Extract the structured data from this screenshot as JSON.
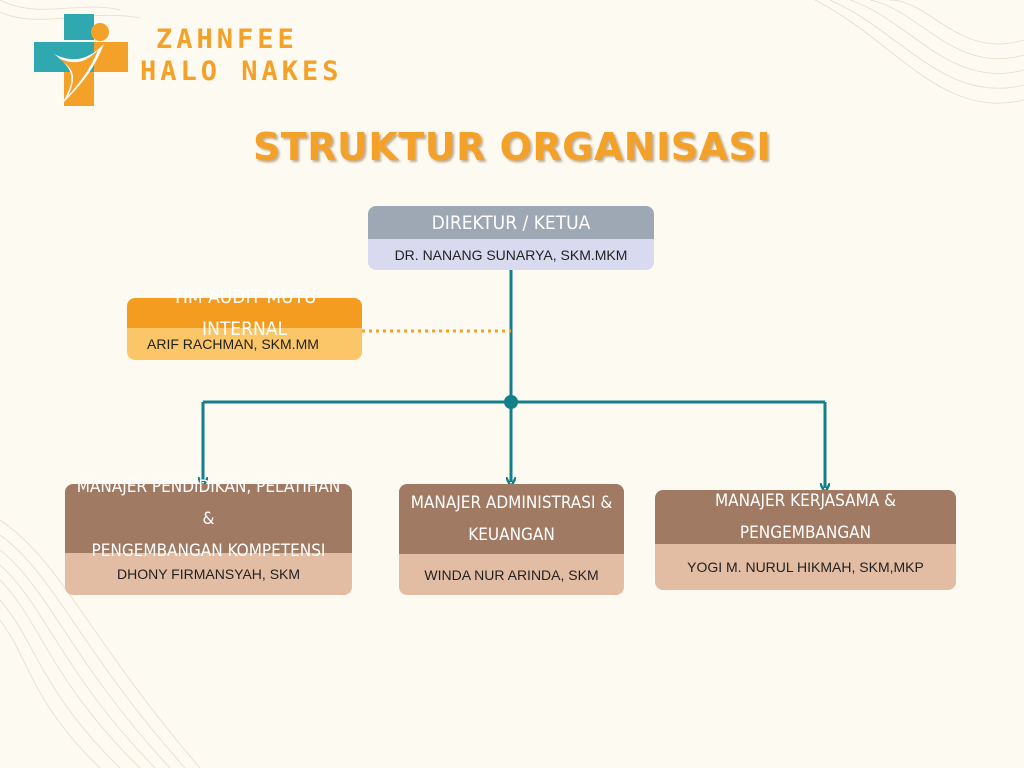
{
  "brand": {
    "line1": "ZAHNFEE",
    "line2": "HALO NAKES"
  },
  "title": "STRUKTUR ORGANISASI",
  "colors": {
    "accent": "#f4a12a",
    "connector": "#127f8a",
    "director_header": "#9ea7b4",
    "director_body": "#d9daf0",
    "audit_header": "#f39c1f",
    "audit_body": "#fbc667",
    "manager_header": "#a07a62",
    "manager_body": "#e3bda3"
  },
  "director": {
    "role": "DIREKTUR / KETUA",
    "name": "DR. NANANG SUNARYA, SKM.MKM"
  },
  "audit": {
    "role": "TIM AUDIT MUTU INTERNAL",
    "name": "ARIF RACHMAN, SKM.MM"
  },
  "managers": [
    {
      "role_line1": "MANAJER PENDIDIKAN, PELATIHAN &",
      "role_line2": "PENGEMBANGAN KOMPETENSI",
      "name": "DHONY FIRMANSYAH, SKM"
    },
    {
      "role_line1": "MANAJER ADMINISTRASI &",
      "role_line2": "KEUANGAN",
      "name": "WINDA NUR ARINDA, SKM"
    },
    {
      "role_line1": "MANAJER KERJASAMA & PENGEMBANGAN",
      "name": "YOGI M. NURUL HIKMAH, SKM,MKP"
    }
  ]
}
